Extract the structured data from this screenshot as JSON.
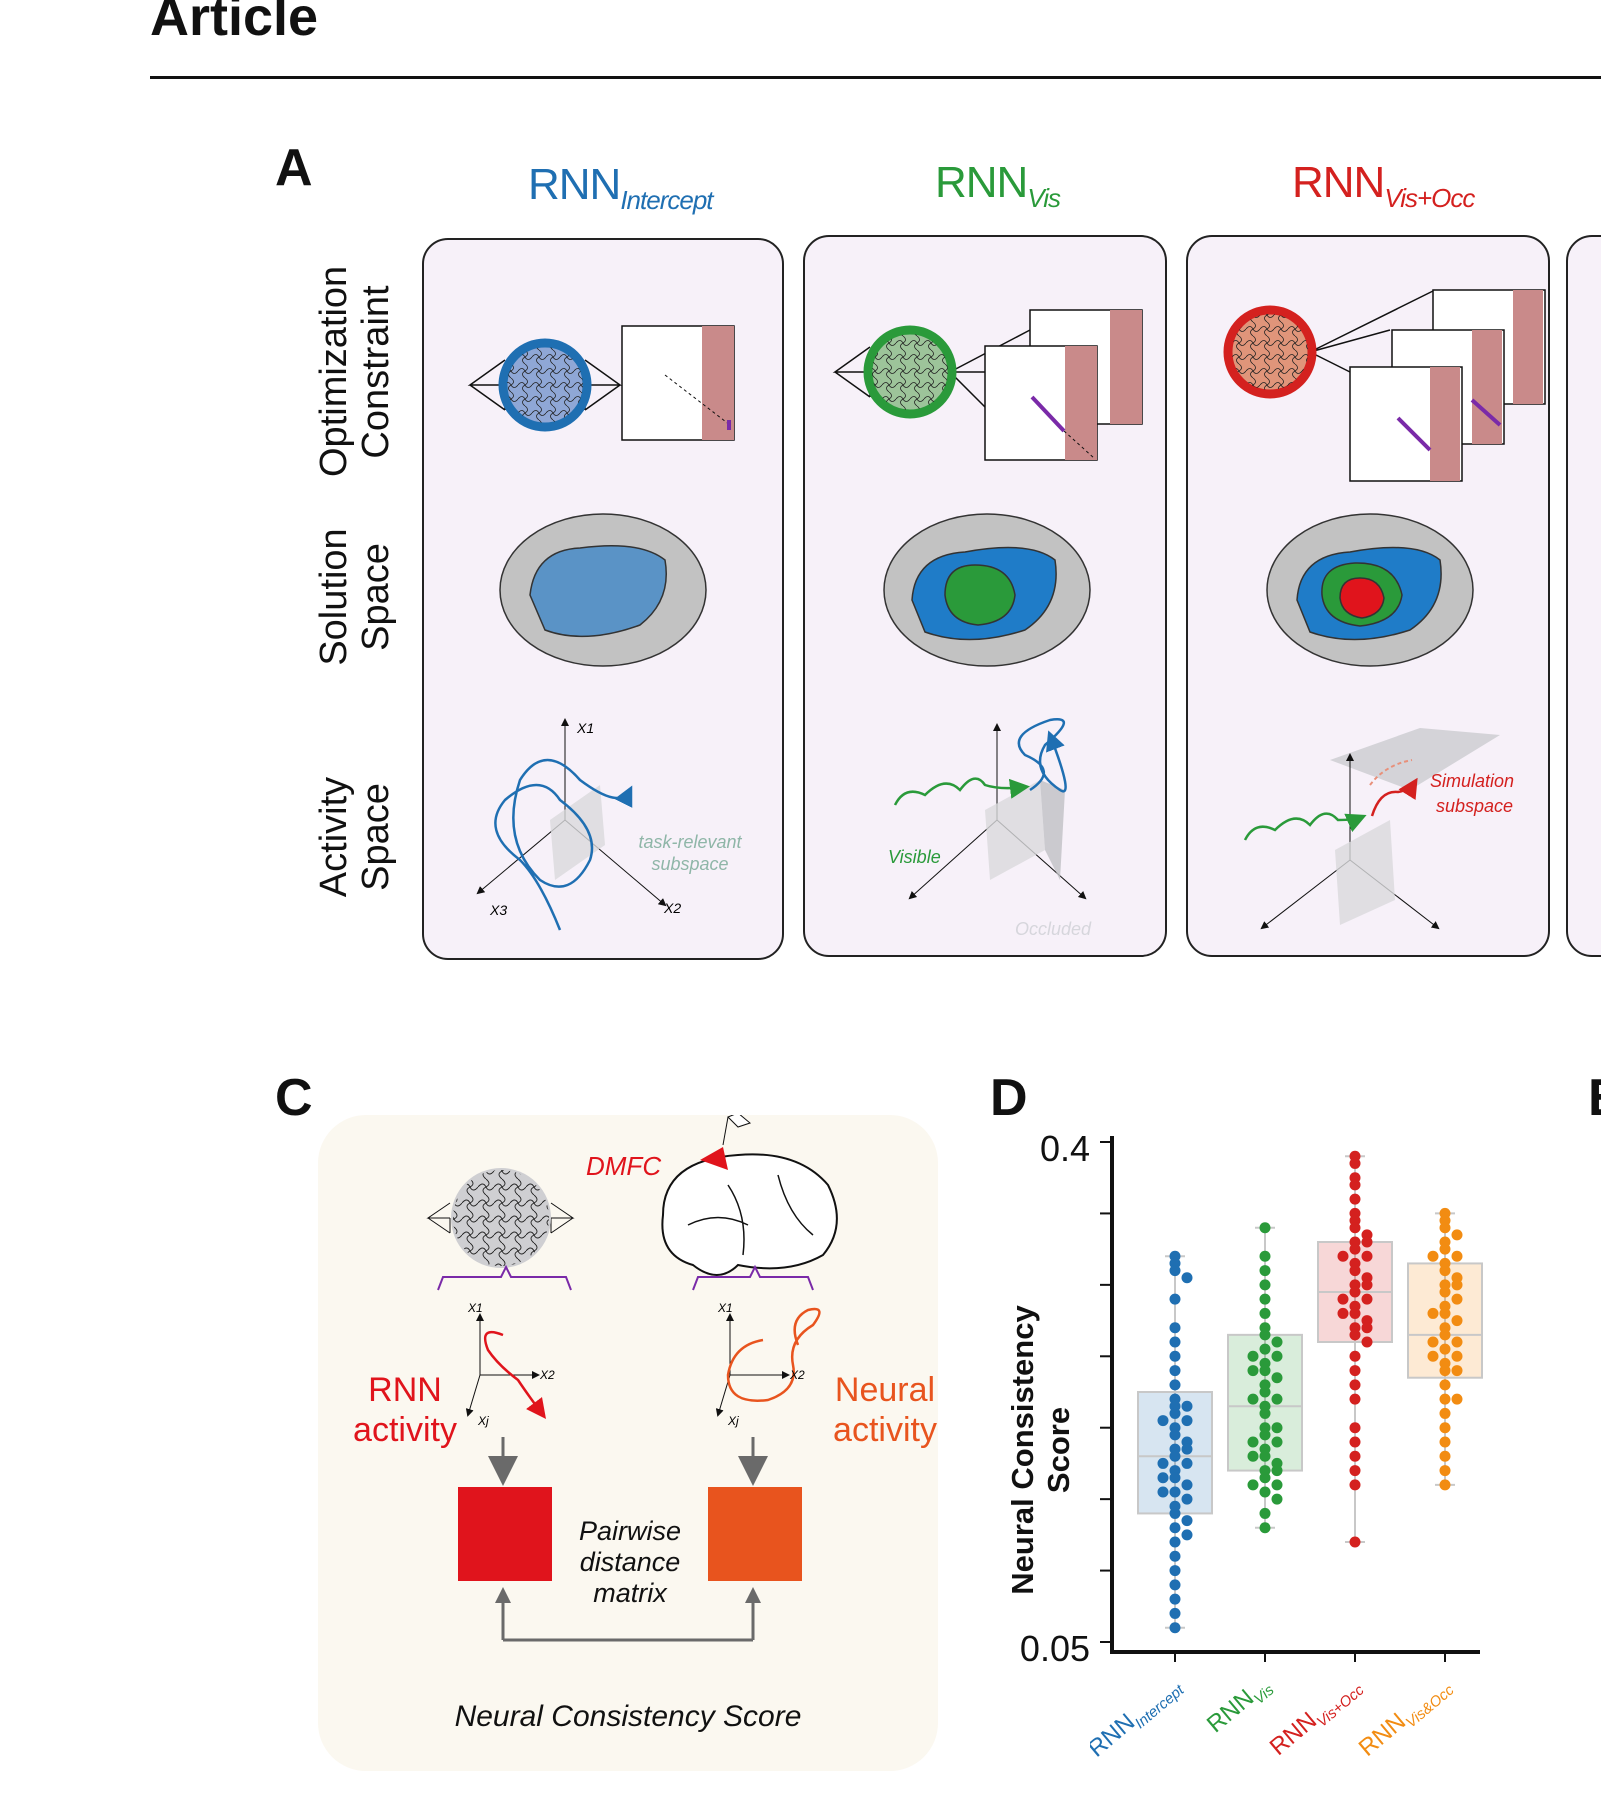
{
  "header": {
    "title": "Article"
  },
  "panel_a": {
    "letter": "A",
    "row_labels": {
      "optimization": [
        "Optimization",
        "Constraint"
      ],
      "solution": [
        "Solution",
        "Space"
      ],
      "activity": [
        "Activity",
        "Space"
      ]
    },
    "models": [
      {
        "name": "RNN",
        "sub": "Intercept",
        "color": "#1f6fb2"
      },
      {
        "name": "RNN",
        "sub": "Vis",
        "color": "#2a9a3a"
      },
      {
        "name": "RNN",
        "sub": "Vis+Occ",
        "color": "#d4211f"
      }
    ],
    "annotations": {
      "x1": "X1",
      "x2": "X2",
      "x3": "X3",
      "task_relevant": [
        "task-relevant",
        "subspace"
      ],
      "visible": "Visible",
      "occluded": "Occluded",
      "simulation": [
        "Simulation",
        "subspace"
      ]
    }
  },
  "panel_c": {
    "letter": "C",
    "dmfc": "DMFC",
    "rnn_activity": [
      "RNN",
      "activity"
    ],
    "neural_activity": [
      "Neural",
      "activity"
    ],
    "pairwise": [
      "Pairwise",
      "distance",
      "matrix"
    ],
    "ncs": "Neural Consistency Score",
    "axis_x1": "X1",
    "axis_x2": "X2",
    "axis_xj": "Xj",
    "colors": {
      "rnn": "#e0141c",
      "neural": "#e8541e"
    }
  },
  "panel_d": {
    "letter": "D",
    "chart_data": {
      "type": "scatter",
      "ylabel": "Neural Consistency Score",
      "yticks": [
        "0.4",
        "0.05"
      ],
      "ylim": [
        0.05,
        0.4
      ],
      "categories": [
        "Intercept",
        "Vis",
        "Vis+Occ",
        "Vis&Occ"
      ],
      "category_prefix": "RNN",
      "colors": [
        "#1f6fb2",
        "#2a9a3a",
        "#d4211f",
        "#f28c12"
      ],
      "series": [
        {
          "values": [
            0.32,
            0.315,
            0.31,
            0.305,
            0.29,
            0.27,
            0.26,
            0.25,
            0.24,
            0.23,
            0.22,
            0.215,
            0.21,
            0.205,
            0.2,
            0.195,
            0.19,
            0.185,
            0.18,
            0.175,
            0.17,
            0.165,
            0.16,
            0.155,
            0.15,
            0.14,
            0.13,
            0.12,
            0.11,
            0.1,
            0.09,
            0.08,
            0.07,
            0.06,
            0.215,
            0.205,
            0.185,
            0.175,
            0.165,
            0.155,
            0.145,
            0.135,
            0.125
          ]
        },
        {
          "values": [
            0.34,
            0.32,
            0.31,
            0.3,
            0.29,
            0.28,
            0.27,
            0.265,
            0.26,
            0.255,
            0.25,
            0.245,
            0.24,
            0.235,
            0.23,
            0.225,
            0.22,
            0.215,
            0.21,
            0.2,
            0.195,
            0.19,
            0.185,
            0.18,
            0.175,
            0.17,
            0.165,
            0.16,
            0.155,
            0.15,
            0.14,
            0.13,
            0.25,
            0.24,
            0.22,
            0.2,
            0.19,
            0.18,
            0.17,
            0.16
          ]
        },
        {
          "values": [
            0.39,
            0.385,
            0.375,
            0.37,
            0.36,
            0.35,
            0.345,
            0.34,
            0.335,
            0.33,
            0.325,
            0.32,
            0.315,
            0.31,
            0.305,
            0.3,
            0.295,
            0.29,
            0.285,
            0.28,
            0.275,
            0.27,
            0.265,
            0.26,
            0.25,
            0.24,
            0.23,
            0.22,
            0.2,
            0.19,
            0.18,
            0.17,
            0.16,
            0.12,
            0.33,
            0.32,
            0.3,
            0.29,
            0.28,
            0.27
          ]
        },
        {
          "values": [
            0.35,
            0.345,
            0.34,
            0.335,
            0.33,
            0.325,
            0.32,
            0.315,
            0.31,
            0.305,
            0.3,
            0.295,
            0.29,
            0.285,
            0.28,
            0.275,
            0.27,
            0.265,
            0.26,
            0.255,
            0.25,
            0.245,
            0.24,
            0.23,
            0.22,
            0.21,
            0.2,
            0.19,
            0.18,
            0.17,
            0.16,
            0.32,
            0.3,
            0.28,
            0.26,
            0.25,
            0.24,
            0.22
          ]
        }
      ],
      "boxes": [
        {
          "q1": 0.14,
          "median": 0.18,
          "q3": 0.225,
          "min": 0.06,
          "max": 0.32
        },
        {
          "q1": 0.17,
          "median": 0.215,
          "q3": 0.265,
          "min": 0.13,
          "max": 0.34
        },
        {
          "q1": 0.26,
          "median": 0.295,
          "q3": 0.33,
          "min": 0.12,
          "max": 0.39
        },
        {
          "q1": 0.235,
          "median": 0.265,
          "q3": 0.315,
          "min": 0.16,
          "max": 0.35
        }
      ]
    }
  },
  "panel_e": {
    "letter": "E"
  }
}
